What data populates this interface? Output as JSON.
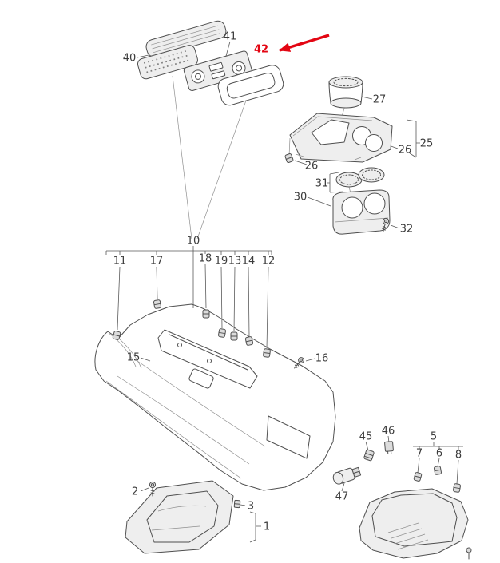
{
  "diagram": {
    "kind": "exploded-parts-diagram",
    "subject": "vehicle center console assembly",
    "colors": {
      "accent_red": "#e30613",
      "line": "#4f4f4f",
      "label_text": "#3c3c3c",
      "background": "#ffffff"
    }
  },
  "labels": {
    "l40": "40",
    "l41": "41",
    "l42": "42",
    "l27": "27",
    "l25": "25",
    "l26r": "26",
    "l26l": "26",
    "l31": "31",
    "l30": "30",
    "l32": "32",
    "l10": "10",
    "l11": "11",
    "l17": "17",
    "l18": "18",
    "l19": "19",
    "l13": "13",
    "l14": "14",
    "l12": "12",
    "l15": "15",
    "l16": "16",
    "l45": "45",
    "l46": "46",
    "l5": "5",
    "l7": "7",
    "l6": "6",
    "l8": "8",
    "l47": "47",
    "l2": "2",
    "l3": "3",
    "l1": "1"
  }
}
